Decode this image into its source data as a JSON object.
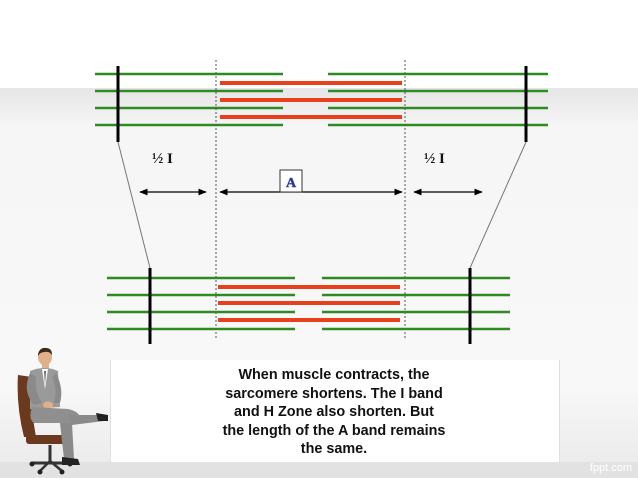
{
  "labels": {
    "half_i_left": "½ I",
    "half_i_right": "½ I",
    "a_band": "A"
  },
  "caption": {
    "line1": "When muscle contracts, the",
    "line2": "sarcomere shortens.  The I band",
    "line3": "and H Zone also  shorten.  But",
    "line4": "the length of the A band remains",
    "line5": "the same."
  },
  "watermark": "fppt.com",
  "colors": {
    "thin_filament": "#2e8b22",
    "thick_filament": "#e8401c",
    "z_line": "#000000",
    "a_box_text": "#2a3a9a"
  }
}
